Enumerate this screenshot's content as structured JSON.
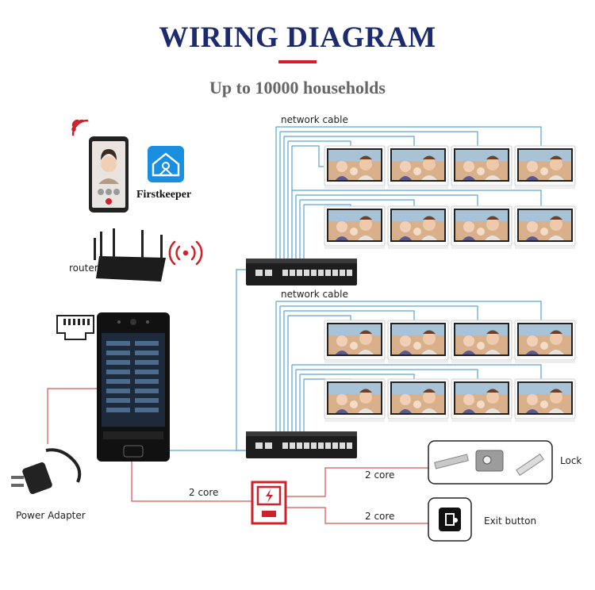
{
  "title": "WIRING DIAGRAM",
  "subtitle": "Up to 10000 households",
  "labels": {
    "network_cable_top": "network cable",
    "network_cable_bottom": "network cable",
    "firstkeeper": "Firstkeeper",
    "router": "router",
    "power_adapter": "Power Adapter",
    "two_core_left": "2 core",
    "two_core_lock": "2 core",
    "two_core_exit": "2 core",
    "lock": "Lock",
    "exit_button": "Exit button"
  },
  "colors": {
    "title": "#1c2b6e",
    "accent_red": "#d0202a",
    "network_wire": "#5aa3d6",
    "power_wire": "#d9534f"
  },
  "icons": [
    "wifi-icon",
    "smartphone-icon",
    "firstkeeper-app-icon",
    "router-icon",
    "ethernet-port-icon",
    "door-panel-icon",
    "power-adapter-icon",
    "switch-icon",
    "indoor-monitor-icon",
    "power-supply-icon",
    "electric-lock-icon",
    "exit-button-icon"
  ]
}
